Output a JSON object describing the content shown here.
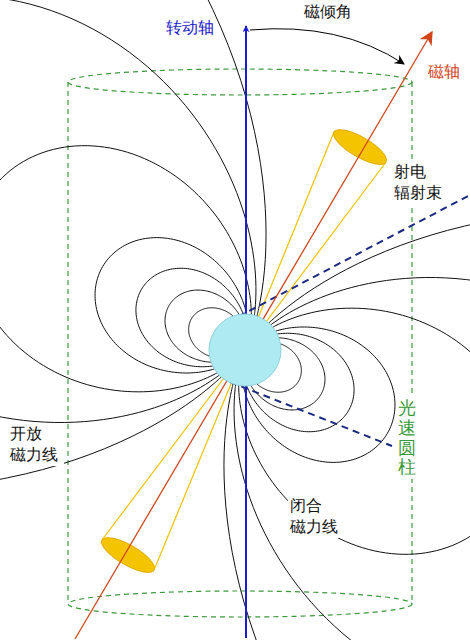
{
  "diagram": {
    "labels": [
      "转动轴",
      "磁倾角",
      "磁轴",
      "射电 辐射束",
      "开放 磁力线",
      "闭合 磁力线",
      "光速圆柱"
    ]
  }
}
